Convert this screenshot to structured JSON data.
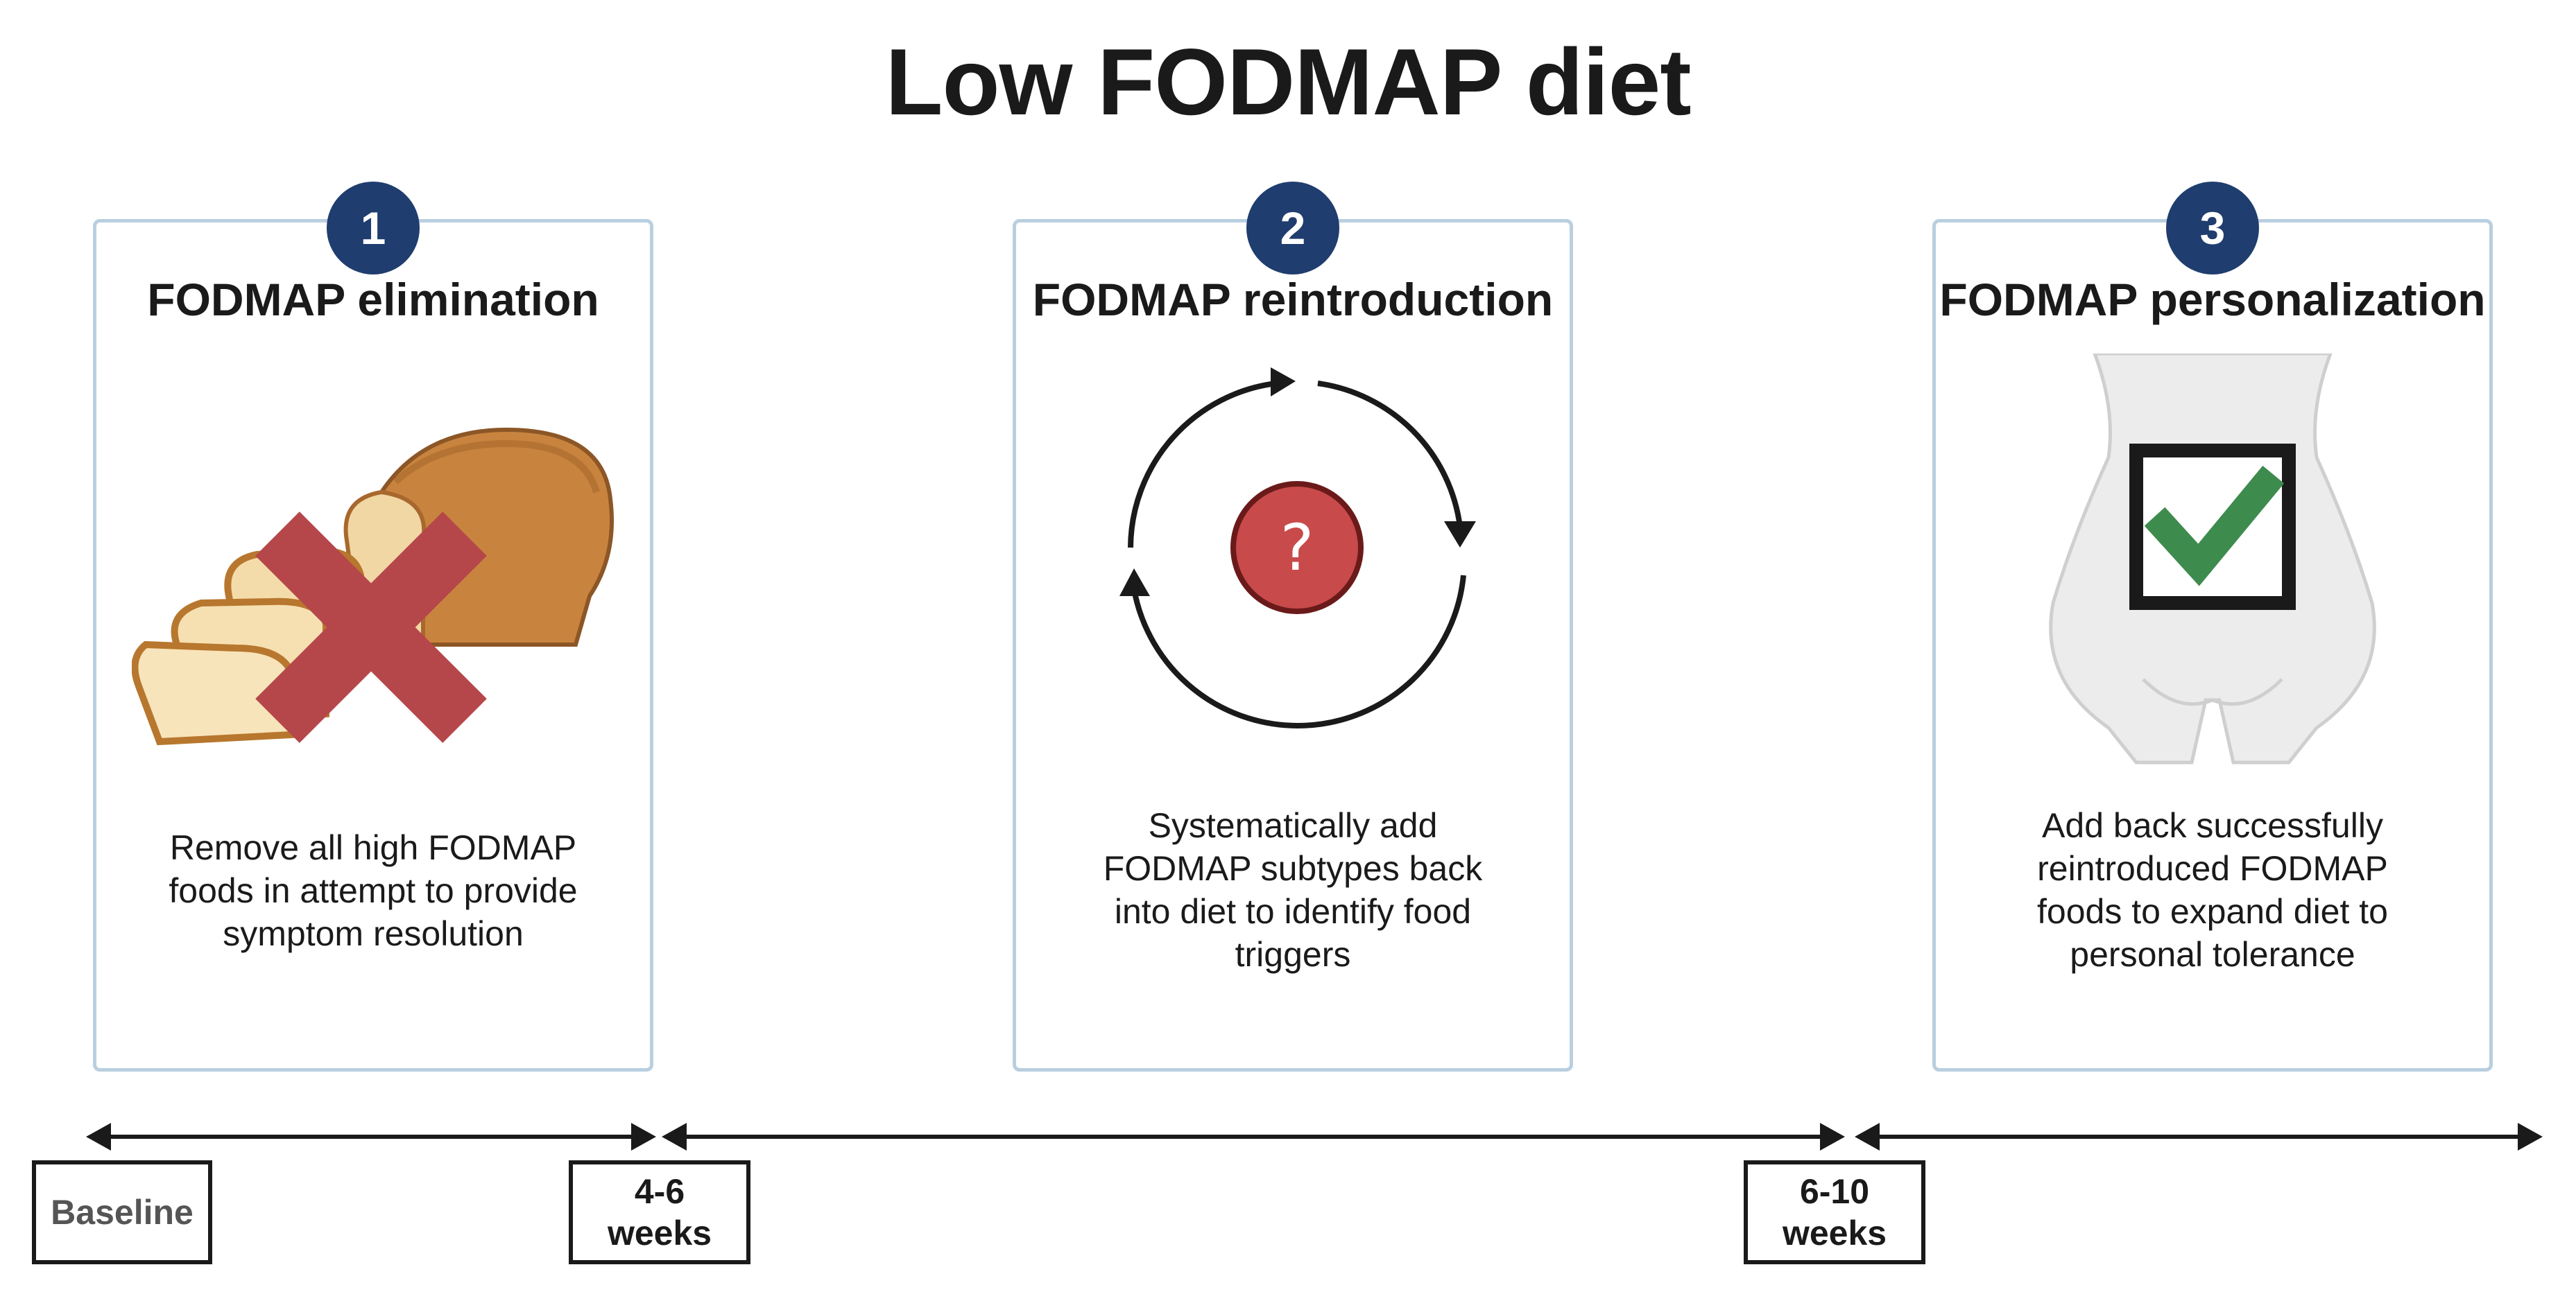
{
  "title": "Low FODMAP diet",
  "steps": [
    {
      "number": "1",
      "title": "FODMAP elimination",
      "description": "Remove all high FODMAP foods in attempt to provide symptom resolution",
      "icon": "bread-crossed-out-icon"
    },
    {
      "number": "2",
      "title": "FODMAP reintroduction",
      "description": "Systematically add FODMAP subtypes back into diet to identify food triggers",
      "icon": "cycle-question-icon",
      "center_symbol": "?"
    },
    {
      "number": "3",
      "title": "FODMAP personalization",
      "description": "Add back successfully reintroduced FODMAP foods to expand diet to personal tolerance",
      "icon": "body-checkmark-icon"
    }
  ],
  "timeline": {
    "markers": [
      {
        "label": "Baseline"
      },
      {
        "label": "4-6 weeks"
      },
      {
        "label": "6-10 weeks"
      }
    ]
  },
  "colors": {
    "badge": "#1f3d6e",
    "card_border": "#b9cfe0",
    "cross": "#b5474b",
    "question": "#c84a4a",
    "check": "#3e8b4e"
  }
}
